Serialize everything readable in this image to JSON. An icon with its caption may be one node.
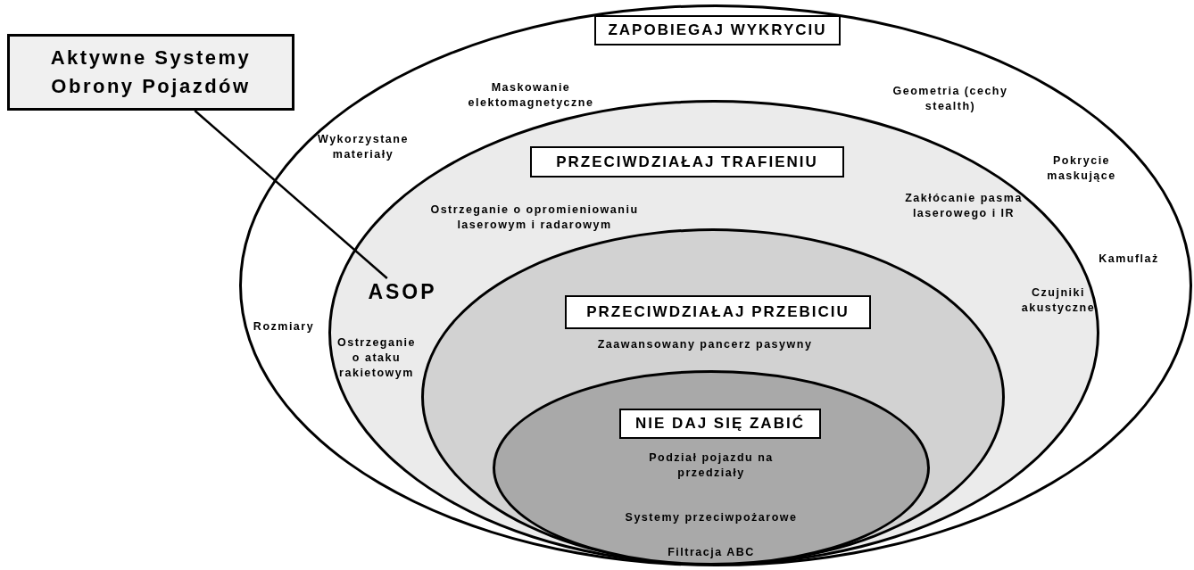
{
  "diagram": {
    "nodes": [
      {
        "text": [
          "Aktywne Systemy Obrony Pojazdów"
        ]
      },
      {
        "text": [],
        "shape": "ellipse"
      },
      {
        "text": [
          "ZAPOBIEGAJ WYKRYCIU"
        ],
        "in": 1
      },
      {
        "text": [
          "Maskowanie elektomagnetyczne"
        ],
        "in": 1
      },
      {
        "text": [
          "Geometria (cechy stealth)"
        ],
        "in": 1
      },
      {
        "text": [
          "Wykorzystane materiały"
        ],
        "in": 1
      },
      {
        "text": [
          "Pokrycie maskujące"
        ],
        "in": 1
      },
      {
        "text": [
          "Kamuflaż"
        ],
        "in": 1
      },
      {
        "text": [
          "Rozmiary"
        ],
        "in": 1
      },
      {
        "text": [],
        "shape": "ellipse",
        "in": 1
      },
      {
        "text": [
          "PRZECIWDZIAŁAJ TRAFIENIU"
        ],
        "in": 9
      },
      {
        "text": [
          "Ostrzeganie o opromieniowaniu laserowym i radarowym"
        ],
        "in": 9
      },
      {
        "text": [
          "Zakłócanie pasma laserowego i IR"
        ],
        "in": 9
      },
      {
        "text": [
          "ASOP"
        ],
        "in": 9
      },
      {
        "text": [
          "Czujniki akustyczne"
        ],
        "in": 9
      },
      {
        "text": [
          "Ostrzeganie o ataku rakietowym"
        ],
        "in": 9
      },
      {
        "text": [],
        "shape": "ellipse",
        "in": 9
      },
      {
        "text": [
          "PRZECIWDZIAŁAJ PRZEBICIU"
        ],
        "in": 16
      },
      {
        "text": [
          "Zaawansowany pancerz pasywny"
        ],
        "in": 16
      },
      {
        "text": [],
        "shape": "ellipse",
        "in": 16
      },
      {
        "text": [
          "NIE DAJ SIĘ ZABIĆ"
        ],
        "in": 19
      },
      {
        "text": [
          "Podział pojazdu na przedziały"
        ],
        "in": 19
      },
      {
        "text": [
          "Systemy przeciwpożarowe"
        ],
        "in": 19
      },
      {
        "text": [
          "Filtracja ABC"
        ],
        "in": 19
      }
    ],
    "edges": [
      {
        "from": 0,
        "to": 13,
        "arrow": "none"
      }
    ]
  }
}
